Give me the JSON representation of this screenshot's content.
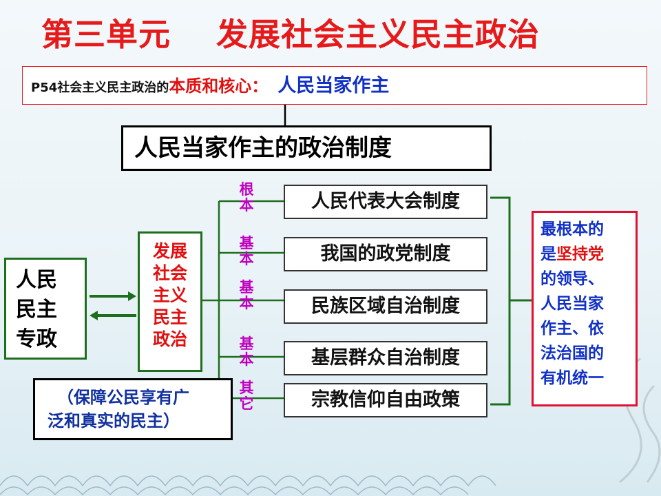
{
  "title": {
    "part1": "第三单元",
    "part2": "发展社会主义民主政治"
  },
  "core": {
    "prefix": "P54社会主义民主政治的",
    "label": "本质和核心：",
    "value": "人民当家作主"
  },
  "system_title": "人民当家作主的政治制度",
  "dictatorship": [
    "人民",
    "民主",
    "专政"
  ],
  "develop": [
    "发展",
    "社会",
    "主义",
    "民主",
    "政治"
  ],
  "guarantee": [
    "（保障公民享有广",
    "泛和真实的民主）"
  ],
  "labels": {
    "root": [
      "根",
      "本"
    ],
    "basic1": [
      "基",
      "本"
    ],
    "basic2": [
      "基",
      "本"
    ],
    "basic3": [
      "基",
      "本"
    ],
    "other": [
      "其",
      "它"
    ]
  },
  "systems": [
    "人民代表大会制度",
    "我国的政党制度",
    "民族区域自治制度",
    "基层群众自治制度",
    "宗教信仰自由政策"
  ],
  "summary": {
    "l1": "最根本的",
    "l2_a": "是",
    "l2_b": "坚持党",
    "l3": "的领导、",
    "l4": "人民当家",
    "l5": "作主、依",
    "l6": "法治国的",
    "l7": "有机统一"
  },
  "colors": {
    "title_red": "#e61a1a",
    "blue": "#1030c8",
    "magenta": "#c000c0",
    "green": "#1d6f1d"
  }
}
